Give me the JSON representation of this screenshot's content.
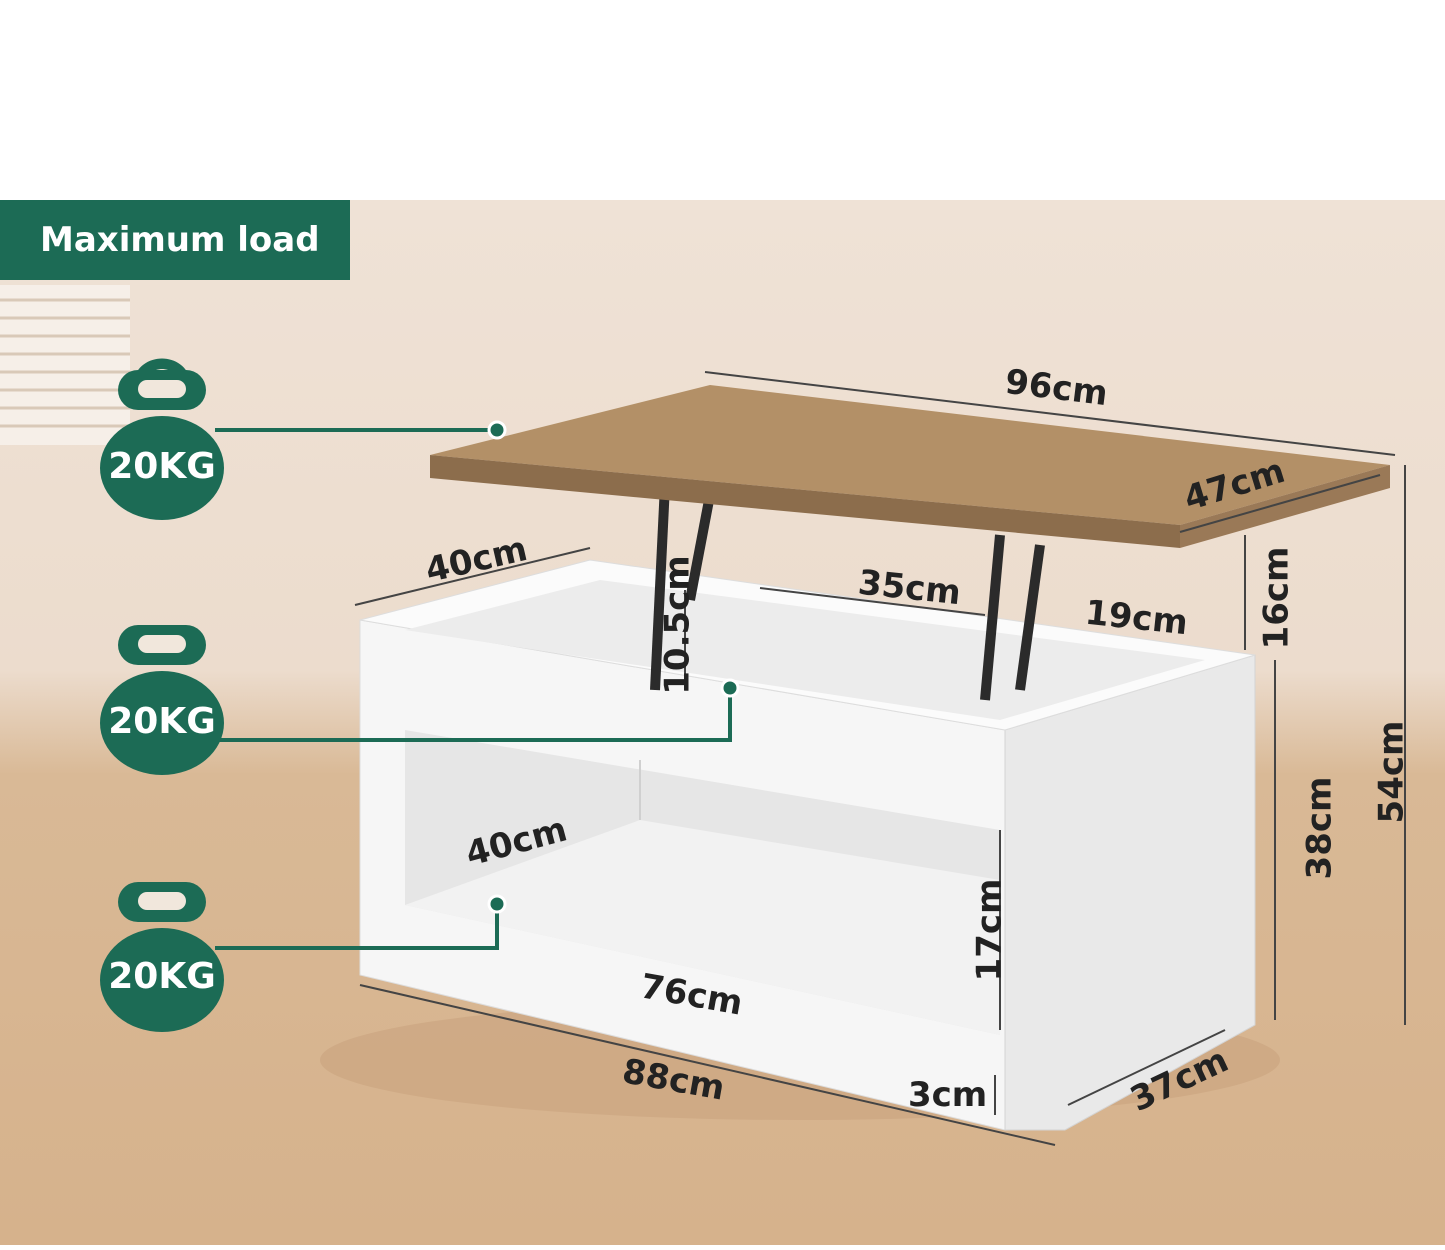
{
  "banner": {
    "text": "Maximum load"
  },
  "loads": [
    {
      "label": "20KG"
    },
    {
      "label": "20KG"
    },
    {
      "label": "20KG"
    }
  ],
  "dimensions": {
    "top_width": "96cm",
    "top_depth": "47cm",
    "lift_height": "16cm",
    "overall_height": "54cm",
    "left_depth": "40cm",
    "compartment_width": "35cm",
    "compartment_depth": "19cm",
    "compartment_height": "10.5cm",
    "body_height": "38cm",
    "shelf_depth": "40cm",
    "shelf_height": "17cm",
    "shelf_width": "76cm",
    "base_width": "88cm",
    "base_depth": "37cm",
    "leg_height": "3cm"
  },
  "colors": {
    "brand_green": "#1c6b55",
    "tabletop_wood": "#b39067",
    "body_white": "#f7f7f7",
    "floor": "#d6b28c"
  }
}
